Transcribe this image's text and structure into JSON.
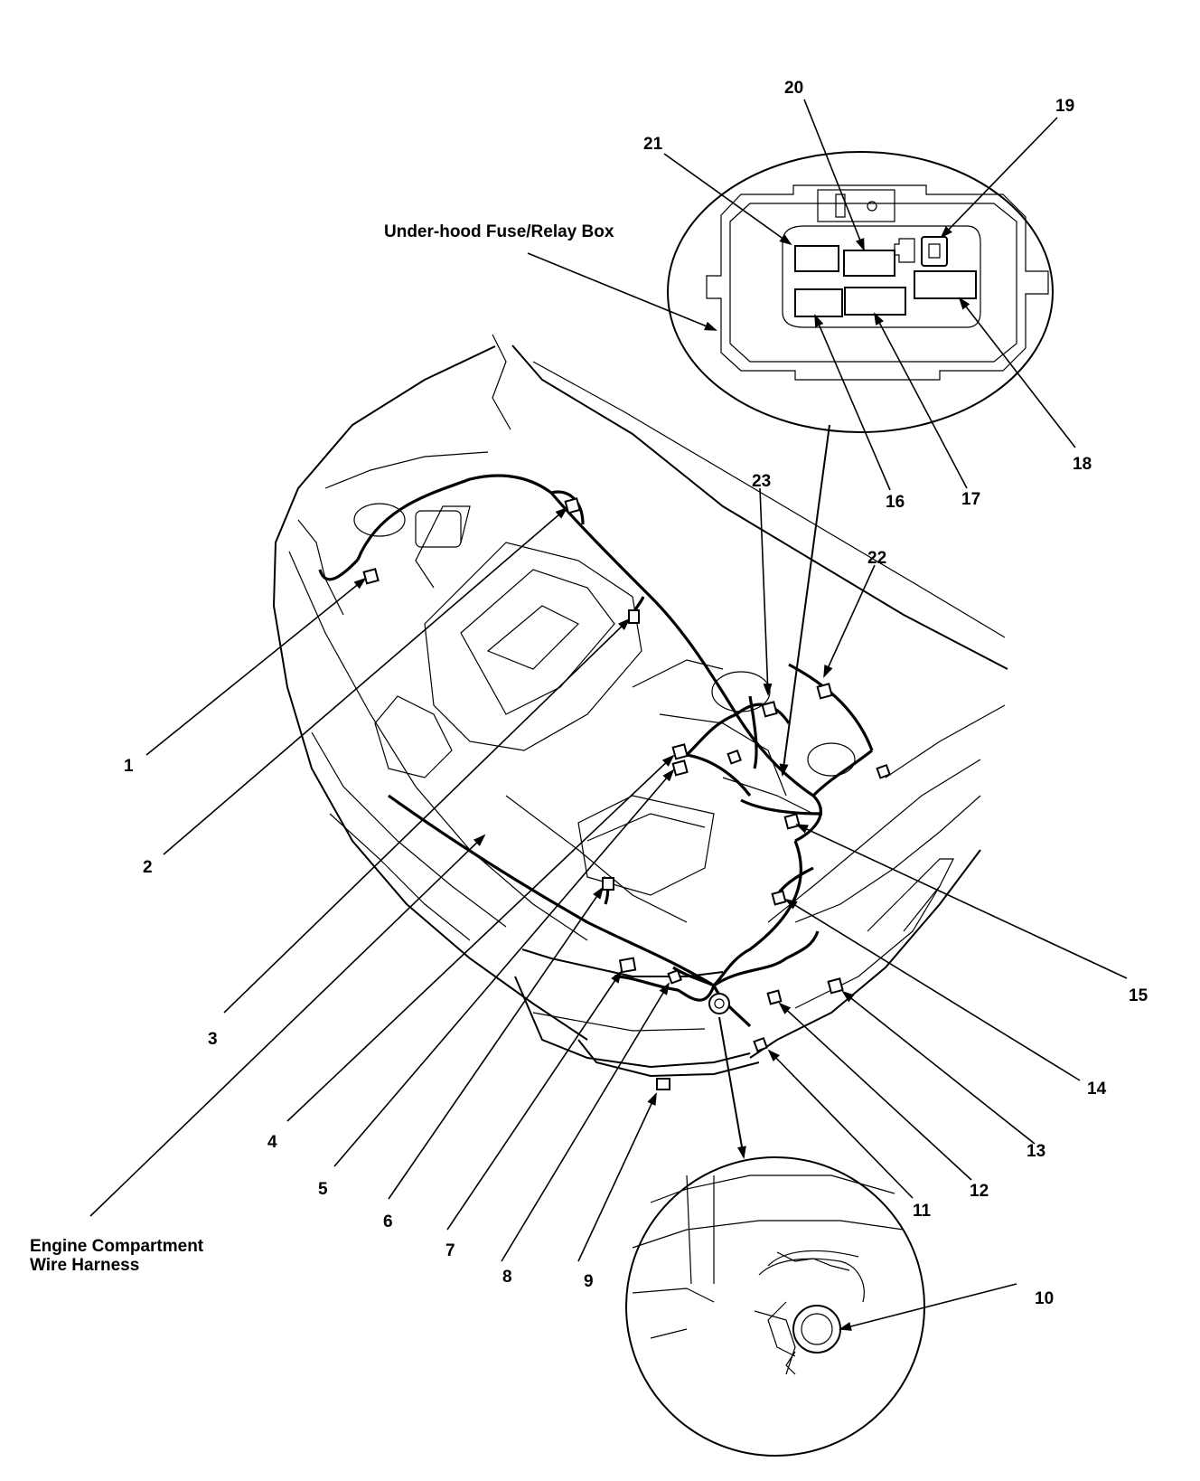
{
  "captions": {
    "fuse_box": "Under-hood Fuse/Relay Box",
    "harness_line1": "Engine Compartment",
    "harness_line2": "Wire Harness"
  },
  "callouts": {
    "c1": "1",
    "c2": "2",
    "c3": "3",
    "c4": "4",
    "c5": "5",
    "c6": "6",
    "c7": "7",
    "c8": "8",
    "c9": "9",
    "c10": "10",
    "c11": "11",
    "c12": "12",
    "c13": "13",
    "c14": "14",
    "c15": "15",
    "c16": "16",
    "c17": "17",
    "c18": "18",
    "c19": "19",
    "c20": "20",
    "c21": "21",
    "c22": "22",
    "c23": "23"
  }
}
